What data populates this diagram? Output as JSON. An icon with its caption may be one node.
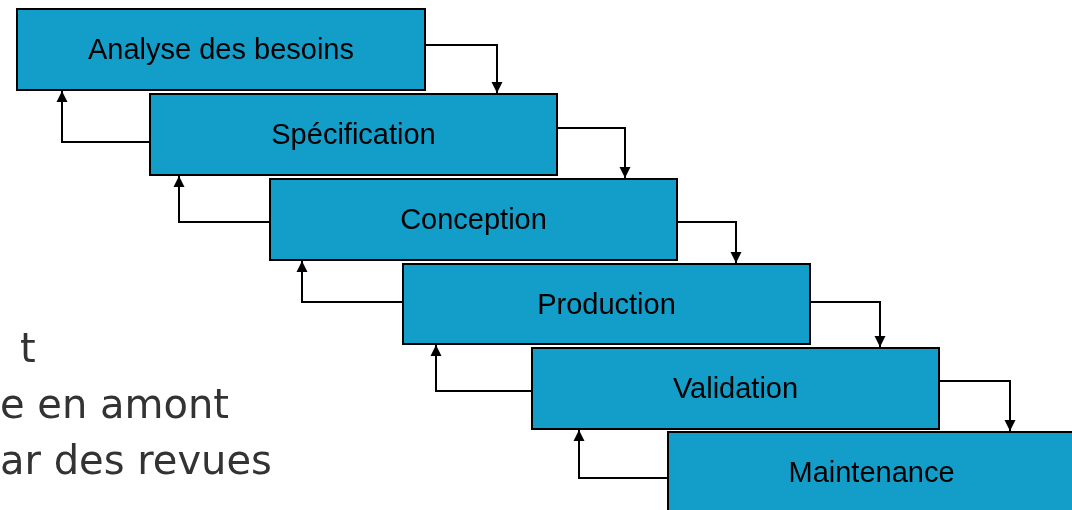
{
  "diagram": {
    "nodes": [
      {
        "text": [
          "Analyse des besoins"
        ]
      },
      {
        "text": [
          "Spécification"
        ]
      },
      {
        "text": [
          "Conception"
        ]
      },
      {
        "text": [
          "Production"
        ]
      },
      {
        "text": [
          "Validation"
        ]
      },
      {
        "text": [
          "Maintenance"
        ]
      }
    ],
    "edges": [
      {
        "from": 0,
        "to": 1,
        "arrow": "to"
      },
      {
        "from": 1,
        "to": 2,
        "arrow": "to"
      },
      {
        "from": 2,
        "to": 3,
        "arrow": "to"
      },
      {
        "from": 3,
        "to": 4,
        "arrow": "to"
      },
      {
        "from": 4,
        "to": 5,
        "arrow": "to"
      },
      {
        "from": 1,
        "to": 0,
        "arrow": "to"
      },
      {
        "from": 2,
        "to": 1,
        "arrow": "to"
      },
      {
        "from": 3,
        "to": 2,
        "arrow": "to"
      },
      {
        "from": 4,
        "to": 3,
        "arrow": "to"
      },
      {
        "from": 5,
        "to": 4,
        "arrow": "to"
      }
    ],
    "labels": [
      "t",
      "e en amont",
      "ar des revues"
    ]
  }
}
